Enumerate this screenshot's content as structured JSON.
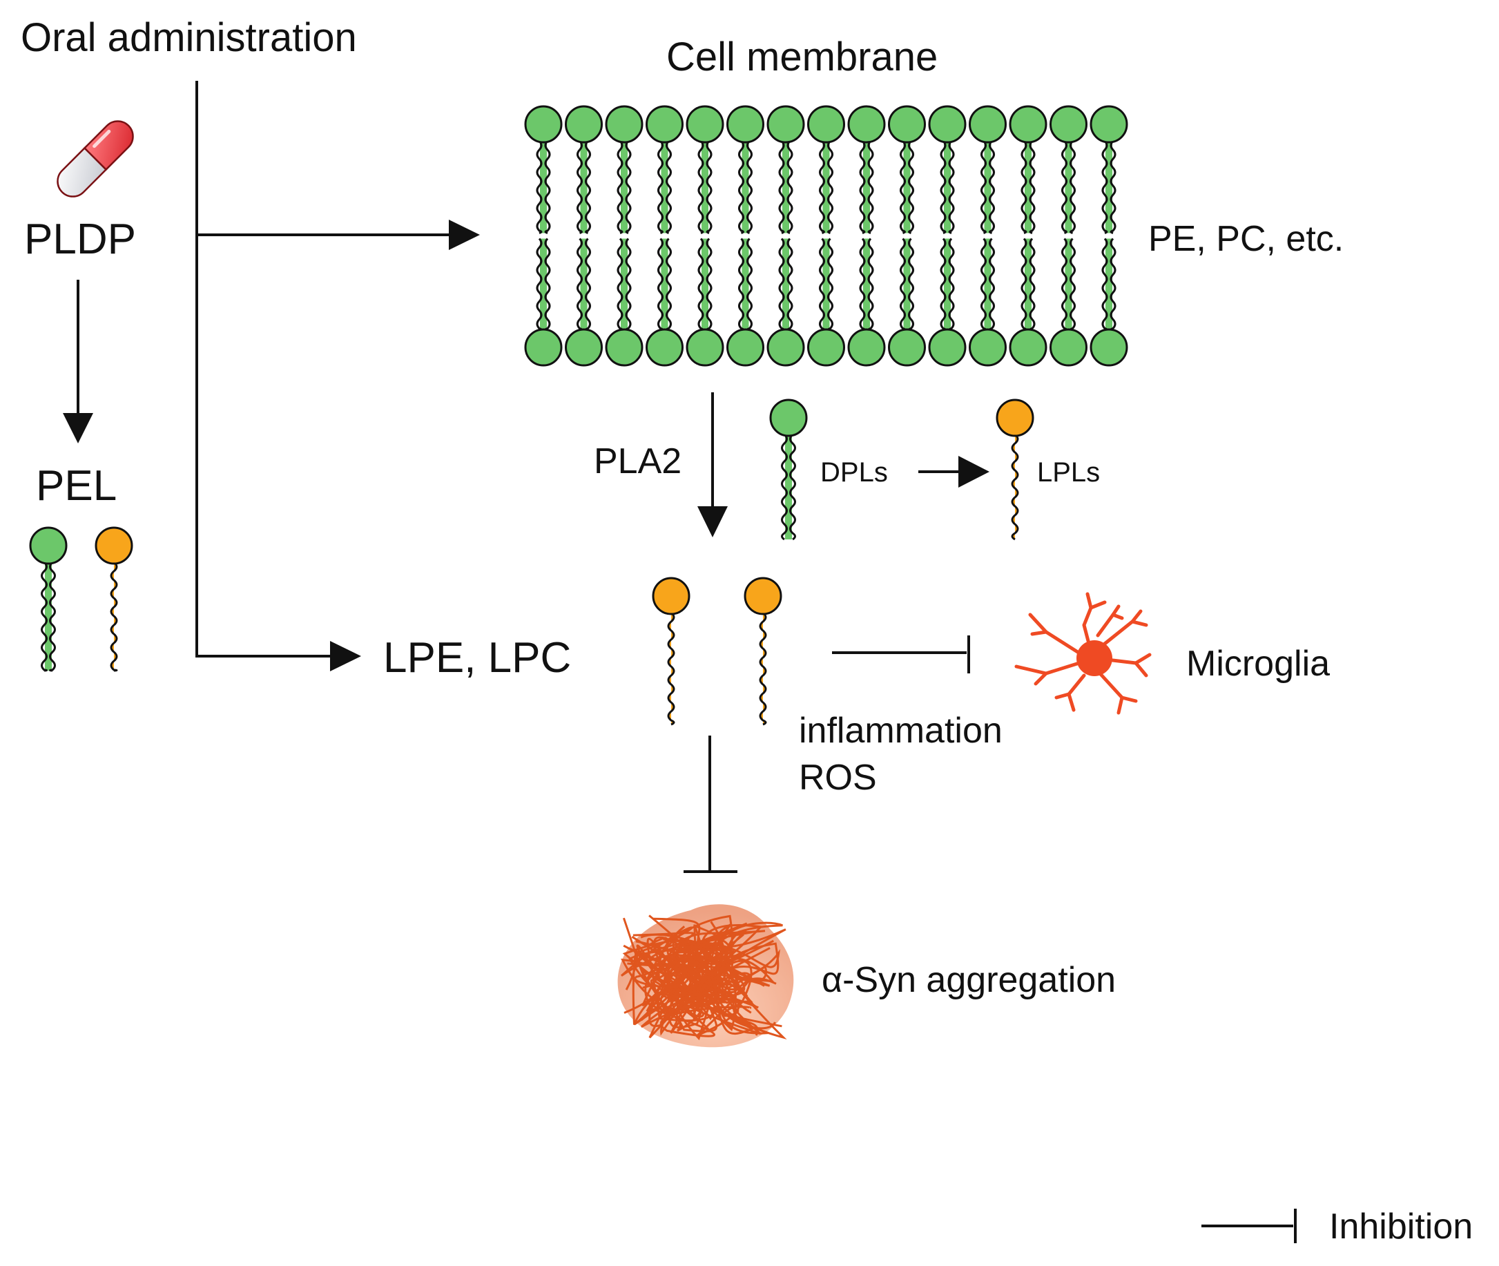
{
  "labels": {
    "oral_administration": "Oral administration",
    "cell_membrane": "Cell membrane",
    "pldp": "PLDP",
    "pel": "PEL",
    "pe_pc": "PE, PC, etc.",
    "pla2": "PLA2",
    "dpls": "DPLs",
    "lpls": "LPLs",
    "lpe_lpc": "LPE, LPC",
    "microglia": "Microglia",
    "inflammation": "inflammation",
    "ros": "ROS",
    "asyn_aggregation": "α-Syn aggregation",
    "legend_inhibition": "Inhibition"
  },
  "colors": {
    "diacyl_head": "#6cc76a",
    "lyso_head": "#f8a51b",
    "microglia": "#ef4a23",
    "aggregate": "#e8692c",
    "capsule_red": "#e8353b",
    "stroke": "#111111"
  },
  "icons": {
    "capsule": "pill-capsule-icon",
    "microglia": "microglia-cell-icon",
    "aggregate": "alpha-synuclein-aggregate-icon"
  }
}
